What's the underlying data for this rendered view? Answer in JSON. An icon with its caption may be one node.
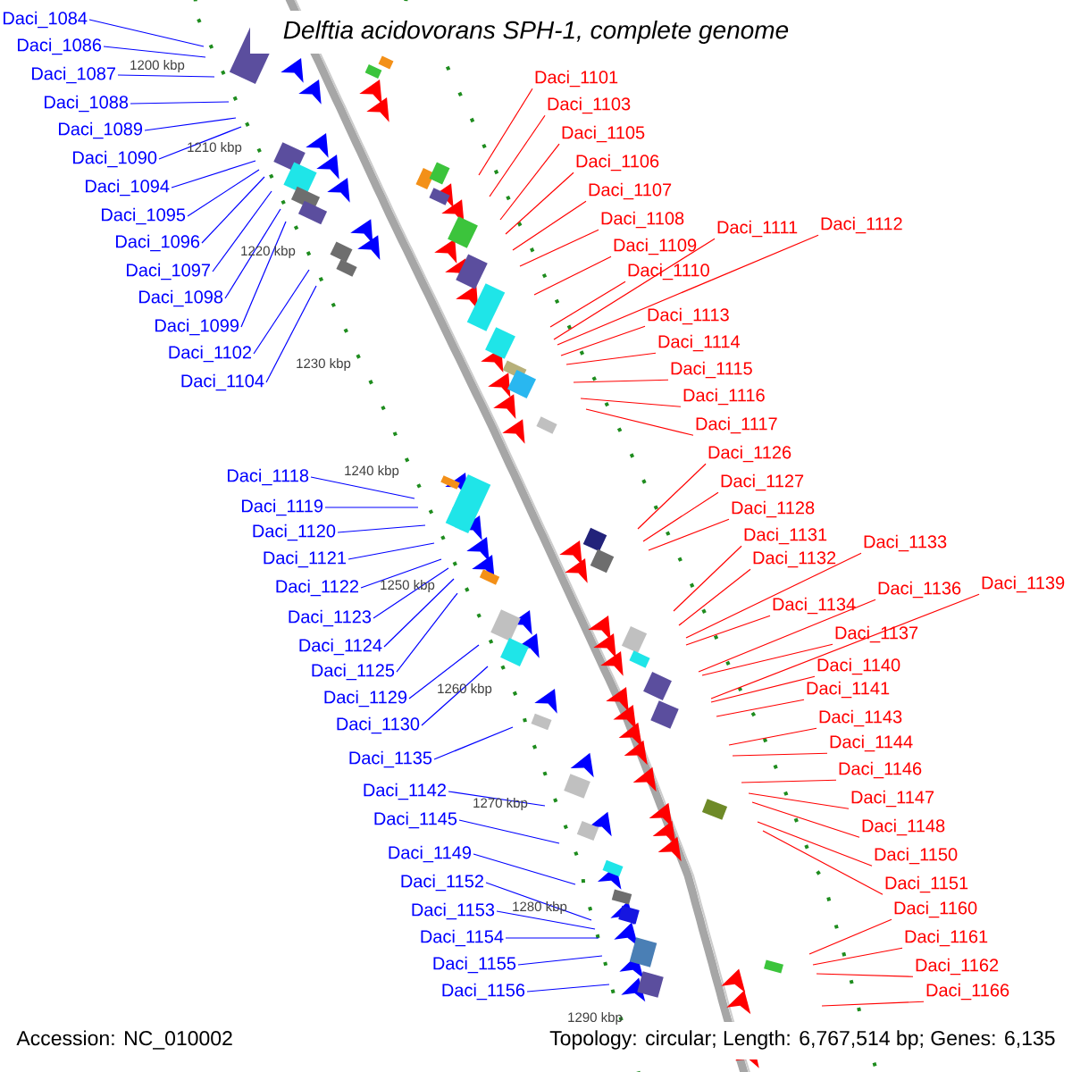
{
  "diagram": {
    "title": "Delftia acidovorans SPH-1, complete genome",
    "nodes": [
      {
        "text": [
          "Daci_1084"
        ]
      },
      {
        "text": [
          "Daci_1086"
        ]
      },
      {
        "text": [
          "Daci_1087"
        ]
      },
      {
        "text": [
          "Daci_1088"
        ]
      },
      {
        "text": [
          "Daci_1089"
        ]
      },
      {
        "text": [
          "Daci_1090"
        ]
      },
      {
        "text": [
          "Daci_1094"
        ]
      },
      {
        "text": [
          "Daci_1095"
        ]
      },
      {
        "text": [
          "Daci_1096"
        ]
      },
      {
        "text": [
          "Daci_1097"
        ]
      },
      {
        "text": [
          "Daci_1098"
        ]
      },
      {
        "text": [
          "Daci_1099"
        ]
      },
      {
        "text": [
          "Daci_1101"
        ]
      },
      {
        "text": [
          "Daci_1102"
        ]
      },
      {
        "text": [
          "Daci_1103"
        ]
      },
      {
        "text": [
          "Daci_1104"
        ]
      },
      {
        "text": [
          "Daci_1105"
        ]
      },
      {
        "text": [
          "Daci_1106"
        ]
      },
      {
        "text": [
          "Daci_1107"
        ]
      },
      {
        "text": [
          "Daci_1108"
        ]
      },
      {
        "text": [
          "Daci_1109"
        ]
      },
      {
        "text": [
          "Daci_1110"
        ]
      },
      {
        "text": [
          "Daci_1111"
        ]
      },
      {
        "text": [
          "Daci_1112"
        ]
      },
      {
        "text": [
          "Daci_1113"
        ]
      },
      {
        "text": [
          "Daci_1114"
        ]
      },
      {
        "text": [
          "Daci_1115"
        ]
      },
      {
        "text": [
          "Daci_1116"
        ]
      },
      {
        "text": [
          "Daci_1117"
        ]
      },
      {
        "text": [
          "Daci_1118"
        ]
      },
      {
        "text": [
          "Daci_1119"
        ]
      },
      {
        "text": [
          "Daci_1120"
        ]
      },
      {
        "text": [
          "Daci_1121"
        ]
      },
      {
        "text": [
          "Daci_1122"
        ]
      },
      {
        "text": [
          "Daci_1123"
        ]
      },
      {
        "text": [
          "Daci_1124"
        ]
      },
      {
        "text": [
          "Daci_1125"
        ]
      },
      {
        "text": [
          "Daci_1126"
        ]
      },
      {
        "text": [
          "Daci_1127"
        ]
      },
      {
        "text": [
          "Daci_1128"
        ]
      },
      {
        "text": [
          "Daci_1129"
        ]
      },
      {
        "text": [
          "Daci_1130"
        ]
      },
      {
        "text": [
          "Daci_1131"
        ]
      },
      {
        "text": [
          "Daci_1132"
        ]
      },
      {
        "text": [
          "Daci_1133"
        ]
      },
      {
        "text": [
          "Daci_1134"
        ]
      },
      {
        "text": [
          "Daci_1135"
        ]
      },
      {
        "text": [
          "Daci_1136"
        ]
      },
      {
        "text": [
          "Daci_1137"
        ]
      },
      {
        "text": [
          "Daci_1139"
        ]
      },
      {
        "text": [
          "Daci_1140"
        ]
      },
      {
        "text": [
          "Daci_1141"
        ]
      },
      {
        "text": [
          "Daci_1142"
        ]
      },
      {
        "text": [
          "Daci_1143"
        ]
      },
      {
        "text": [
          "Daci_1144"
        ]
      },
      {
        "text": [
          "Daci_1145"
        ]
      },
      {
        "text": [
          "Daci_1146"
        ]
      },
      {
        "text": [
          "Daci_1147"
        ]
      },
      {
        "text": [
          "Daci_1148"
        ]
      },
      {
        "text": [
          "Daci_1149"
        ]
      },
      {
        "text": [
          "Daci_1150"
        ]
      },
      {
        "text": [
          "Daci_1151"
        ]
      },
      {
        "text": [
          "Daci_1152"
        ]
      },
      {
        "text": [
          "Daci_1153"
        ]
      },
      {
        "text": [
          "Daci_1154"
        ]
      },
      {
        "text": [
          "Daci_1155"
        ]
      },
      {
        "text": [
          "Daci_1156"
        ]
      },
      {
        "text": [
          "Daci_1160"
        ]
      },
      {
        "text": [
          "Daci_1161"
        ]
      },
      {
        "text": [
          "Daci_1162"
        ]
      },
      {
        "text": [
          "Daci_1166"
        ]
      }
    ],
    "edges": [
      {
        "from": 0,
        "to": null,
        "arrow": "none",
        "color": "#0000ff"
      },
      {
        "from": 1,
        "to": null,
        "arrow": "none",
        "color": "#0000ff"
      },
      {
        "from": 2,
        "to": null,
        "arrow": "none",
        "color": "#0000ff"
      },
      {
        "from": 3,
        "to": null,
        "arrow": "none",
        "color": "#0000ff"
      },
      {
        "from": 4,
        "to": null,
        "arrow": "none",
        "color": "#0000ff"
      },
      {
        "from": 5,
        "to": null,
        "arrow": "none",
        "color": "#0000ff"
      },
      {
        "from": 6,
        "to": null,
        "arrow": "none",
        "color": "#0000ff"
      },
      {
        "from": 7,
        "to": null,
        "arrow": "none",
        "color": "#0000ff"
      },
      {
        "from": 8,
        "to": null,
        "arrow": "none",
        "color": "#0000ff"
      },
      {
        "from": 9,
        "to": null,
        "arrow": "none",
        "color": "#0000ff"
      },
      {
        "from": 10,
        "to": null,
        "arrow": "none",
        "color": "#0000ff"
      },
      {
        "from": 11,
        "to": null,
        "arrow": "none",
        "color": "#0000ff"
      },
      {
        "from": 12,
        "to": null,
        "arrow": "none"
      },
      {
        "from": 13,
        "to": null,
        "arrow": "none",
        "color": "#0000ff"
      },
      {
        "from": 14,
        "to": null,
        "arrow": "none"
      },
      {
        "from": 15,
        "to": null,
        "arrow": "none",
        "color": "#0000ff"
      },
      {
        "from": 16,
        "to": null,
        "arrow": "none"
      },
      {
        "from": 17,
        "to": null,
        "arrow": "none"
      },
      {
        "from": 18,
        "to": null,
        "arrow": "none"
      },
      {
        "from": 19,
        "to": null,
        "arrow": "none"
      },
      {
        "from": 20,
        "to": null,
        "arrow": "none"
      },
      {
        "from": 21,
        "to": null,
        "arrow": "none"
      },
      {
        "from": 22,
        "to": null,
        "arrow": "none"
      },
      {
        "from": 23,
        "to": null,
        "arrow": "none"
      },
      {
        "from": 24,
        "to": null,
        "arrow": "none"
      },
      {
        "from": 25,
        "to": null,
        "arrow": "none"
      },
      {
        "from": 26,
        "to": null,
        "arrow": "none"
      },
      {
        "from": 27,
        "to": null,
        "arrow": "none"
      },
      {
        "from": 28,
        "to": null,
        "arrow": "none"
      },
      {
        "from": 29,
        "to": null,
        "arrow": "none",
        "color": "#0000ff"
      },
      {
        "from": 30,
        "to": null,
        "arrow": "none",
        "color": "#0000ff"
      },
      {
        "from": 31,
        "to": null,
        "arrow": "none",
        "color": "#0000ff"
      },
      {
        "from": 32,
        "to": null,
        "arrow": "none",
        "color": "#0000ff"
      },
      {
        "from": 33,
        "to": null,
        "arrow": "none",
        "color": "#0000ff"
      },
      {
        "from": 34,
        "to": null,
        "arrow": "none",
        "color": "#0000ff"
      },
      {
        "from": 35,
        "to": null,
        "arrow": "none",
        "color": "#0000ff"
      },
      {
        "from": 36,
        "to": null,
        "arrow": "none",
        "color": "#0000ff"
      },
      {
        "from": 37,
        "to": null,
        "arrow": "none"
      },
      {
        "from": 38,
        "to": null,
        "arrow": "none"
      },
      {
        "from": 39,
        "to": null,
        "arrow": "none"
      },
      {
        "from": 40,
        "to": null,
        "arrow": "none",
        "color": "#0000ff"
      },
      {
        "from": 41,
        "to": null,
        "arrow": "none",
        "color": "#0000ff"
      },
      {
        "from": 42,
        "to": null,
        "arrow": "none"
      },
      {
        "from": 43,
        "to": null,
        "arrow": "none"
      },
      {
        "from": 44,
        "to": null,
        "arrow": "none"
      },
      {
        "from": 45,
        "to": null,
        "arrow": "none"
      },
      {
        "from": 46,
        "to": null,
        "arrow": "none",
        "color": "#0000ff"
      },
      {
        "from": 47,
        "to": null,
        "arrow": "none"
      },
      {
        "from": 48,
        "to": null,
        "arrow": "none"
      },
      {
        "from": 49,
        "to": null,
        "arrow": "none"
      },
      {
        "from": 50,
        "to": null,
        "arrow": "none"
      },
      {
        "from": 51,
        "to": null,
        "arrow": "none"
      },
      {
        "from": 52,
        "to": null,
        "arrow": "none",
        "color": "#0000ff"
      },
      {
        "from": 53,
        "to": null,
        "arrow": "none"
      },
      {
        "from": 54,
        "to": null,
        "arrow": "none"
      },
      {
        "from": 55,
        "to": null,
        "arrow": "none",
        "color": "#0000ff"
      },
      {
        "from": 56,
        "to": null,
        "arrow": "none"
      },
      {
        "from": 57,
        "to": null,
        "arrow": "none"
      },
      {
        "from": 58,
        "to": null,
        "arrow": "none"
      },
      {
        "from": 59,
        "to": null,
        "arrow": "none",
        "color": "#0000ff"
      },
      {
        "from": 60,
        "to": null,
        "arrow": "none"
      },
      {
        "from": 61,
        "to": null,
        "arrow": "none"
      },
      {
        "from": 62,
        "to": null,
        "arrow": "none",
        "color": "#0000ff"
      },
      {
        "from": 63,
        "to": null,
        "arrow": "none",
        "color": "#0000ff"
      },
      {
        "from": 64,
        "to": null,
        "arrow": "none",
        "color": "#0000ff"
      },
      {
        "from": 65,
        "to": null,
        "arrow": "none",
        "color": "#0000ff"
      },
      {
        "from": 66,
        "to": null,
        "arrow": "none",
        "color": "#0000ff"
      },
      {
        "from": 67,
        "to": null,
        "arrow": "none"
      },
      {
        "from": 68,
        "to": null,
        "arrow": "none"
      },
      {
        "from": 69,
        "to": null,
        "arrow": "none"
      },
      {
        "from": 70,
        "to": null,
        "arrow": "none"
      }
    ],
    "labels": [
      "1200 kbp",
      "1210 kbp",
      "1220 kbp",
      "1230 kbp",
      "1240 kbp",
      "1250 kbp",
      "1260 kbp",
      "1270 kbp",
      "1280 kbp",
      "1290 kbp",
      "Accession: NC_010002",
      "Topology: circular; Length: 6,767,514 bp; Genes: 6,135"
    ]
  }
}
